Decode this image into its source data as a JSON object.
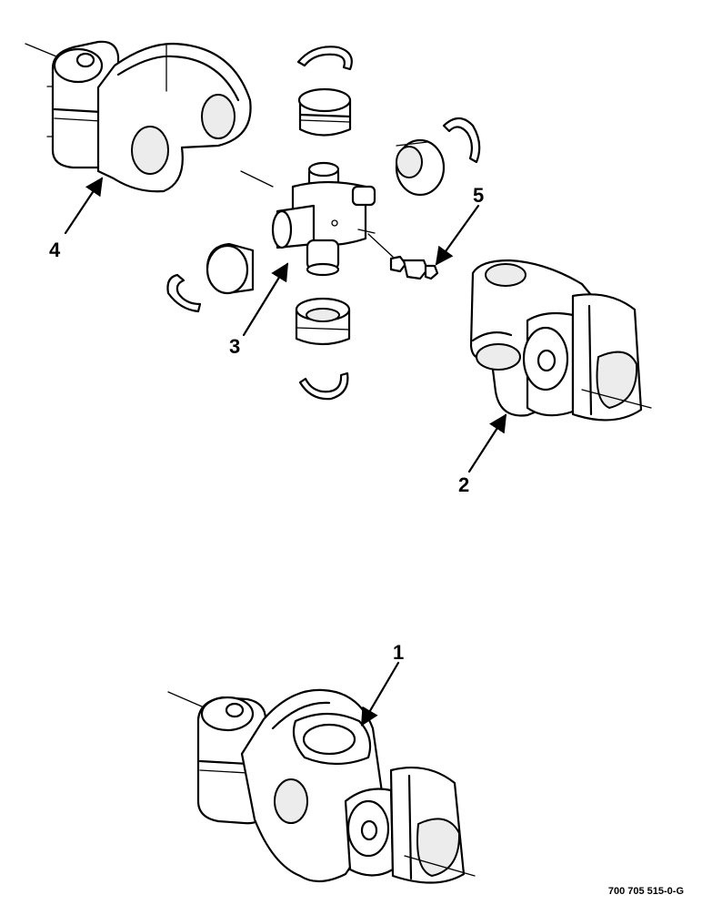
{
  "callouts": [
    {
      "id": "1",
      "label": "1"
    },
    {
      "id": "2",
      "label": "2"
    },
    {
      "id": "3",
      "label": "3"
    },
    {
      "id": "4",
      "label": "4"
    },
    {
      "id": "5",
      "label": "5"
    }
  ],
  "document_number": "700 705 515-0-G"
}
